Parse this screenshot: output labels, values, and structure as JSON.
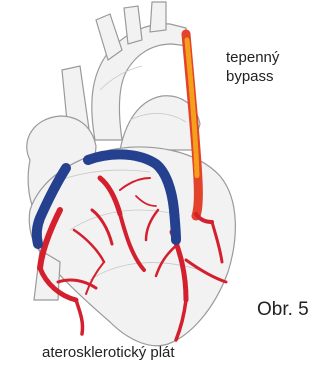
{
  "labels": {
    "bypass_line1": "tepenný",
    "bypass_line2": "bypass",
    "figure_number": "Obr. 5",
    "caption": "aterosklerotický plát"
  },
  "colors": {
    "outline": "#9a9a9a",
    "heart_fill": "#f2f2f2",
    "artery_red": "#d4202e",
    "plaque_blue": "#25408f",
    "bypass_orange": "#f5a01a",
    "bypass_red": "#e2432a"
  }
}
